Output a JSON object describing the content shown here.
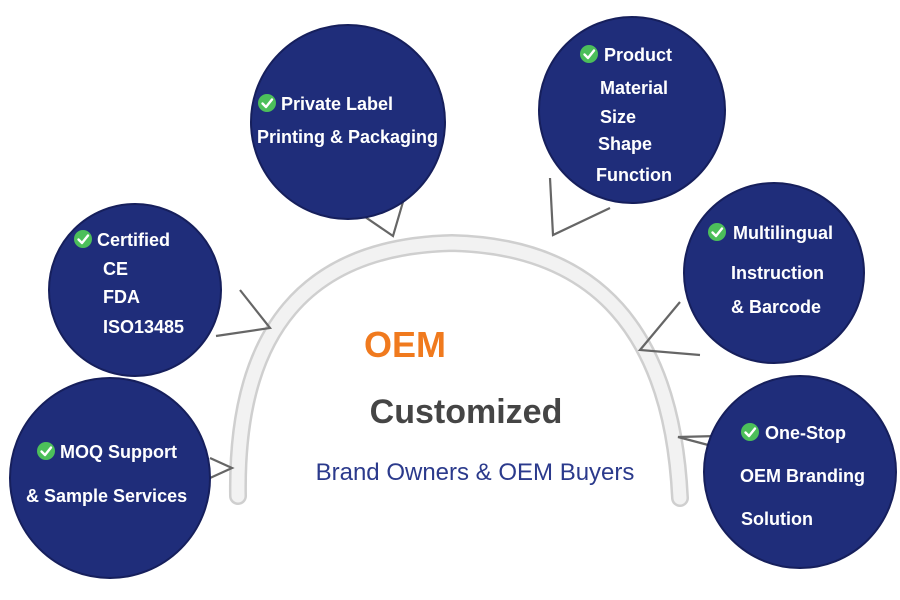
{
  "colors": {
    "bubble_fill": "#1f2d7a",
    "bubble_stroke": "#161f5c",
    "text_on_bubble": "#ffffff",
    "check": "#4cbf5a",
    "oem": "#f07a1e",
    "customized": "#454545",
    "subtitle": "#2b3a8c",
    "arch": "#e6e6e6",
    "connector": "#666666"
  },
  "center": {
    "title": "OEM",
    "subtitle": "Customized",
    "tagline": "Brand Owners & OEM Buyers"
  },
  "bubbles": {
    "private_label": {
      "check_icon": "check-circle-icon",
      "line1": "Private Label",
      "line2": "Printing & Packaging"
    },
    "product": {
      "check_icon": "check-circle-icon",
      "line1": "Product",
      "line2": "Material",
      "line3": "Size",
      "line4": "Shape",
      "line5": "Function"
    },
    "certified": {
      "check_icon": "check-circle-icon",
      "line1": "Certified",
      "line2": "CE",
      "line3": "FDA",
      "line4": "ISO13485"
    },
    "multilingual": {
      "check_icon": "check-circle-icon",
      "line1": "Multilingual",
      "line2": "Instruction",
      "line3": "& Barcode"
    },
    "moq": {
      "check_icon": "check-circle-icon",
      "line1": "MOQ Support",
      "line2": "& Sample Services"
    },
    "one_stop": {
      "check_icon": "check-circle-icon",
      "line1": "One-Stop",
      "line2": "OEM Branding",
      "line3": "Solution"
    }
  }
}
